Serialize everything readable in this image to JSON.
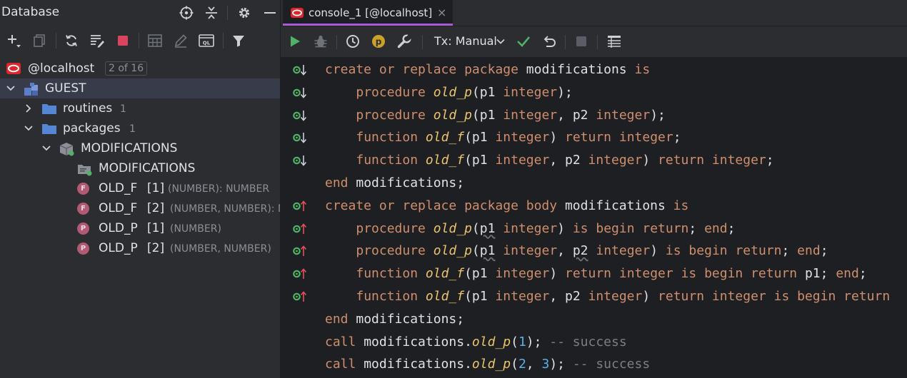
{
  "left_panel": {
    "title": "Database",
    "connection": {
      "label": "@localhost",
      "badge": "2 of 16"
    },
    "schema": {
      "label": "GUEST"
    },
    "routines": {
      "label": "routines",
      "count": "1"
    },
    "packages": {
      "label": "packages",
      "count": "1"
    },
    "package": {
      "label": "MODIFICATIONS"
    },
    "package_body": {
      "label": "MODIFICATIONS"
    },
    "members": [
      {
        "type_letter": "F",
        "name": "OLD_F",
        "index": "[1]",
        "signature": "(NUMBER): NUMBER"
      },
      {
        "type_letter": "F",
        "name": "OLD_F",
        "index": "[2]",
        "signature": "(NUMBER, NUMBER): NUMBER"
      },
      {
        "type_letter": "P",
        "name": "OLD_P",
        "index": "[1]",
        "signature": "(NUMBER)"
      },
      {
        "type_letter": "P",
        "name": "OLD_P",
        "index": "[2]",
        "signature": "(NUMBER, NUMBER)"
      }
    ]
  },
  "editor": {
    "tab": {
      "label": "console_1 [@localhost]",
      "close": "×"
    },
    "toolbar": {
      "p_badge": "p",
      "tx_mode": "Tx: Manual"
    },
    "lines": [
      [
        [
          "kw",
          "create or replace package "
        ],
        [
          "pl",
          "modifications "
        ],
        [
          "kw",
          "is"
        ]
      ],
      [
        [
          "pl",
          "    "
        ],
        [
          "kw",
          "procedure "
        ],
        [
          "it",
          "old_p"
        ],
        [
          "pl",
          "(p1 "
        ],
        [
          "kw",
          "integer"
        ],
        [
          "pl",
          ");"
        ]
      ],
      [
        [
          "pl",
          "    "
        ],
        [
          "kw",
          "procedure "
        ],
        [
          "it",
          "old_p"
        ],
        [
          "pl",
          "(p1 "
        ],
        [
          "kw",
          "integer"
        ],
        [
          "pl",
          ", p2 "
        ],
        [
          "kw",
          "integer"
        ],
        [
          "pl",
          ");"
        ]
      ],
      [
        [
          "pl",
          "    "
        ],
        [
          "kw",
          "function "
        ],
        [
          "it",
          "old_f"
        ],
        [
          "pl",
          "(p1 "
        ],
        [
          "kw",
          "integer"
        ],
        [
          "pl",
          ") "
        ],
        [
          "kw",
          "return integer"
        ],
        [
          "pl",
          ";"
        ]
      ],
      [
        [
          "pl",
          "    "
        ],
        [
          "kw",
          "function "
        ],
        [
          "it",
          "old_f"
        ],
        [
          "pl",
          "(p1 "
        ],
        [
          "kw",
          "integer"
        ],
        [
          "pl",
          ", p2 "
        ],
        [
          "kw",
          "integer"
        ],
        [
          "pl",
          ") "
        ],
        [
          "kw",
          "return integer"
        ],
        [
          "pl",
          ";"
        ]
      ],
      [
        [
          "kw",
          "end "
        ],
        [
          "pl",
          "modifications;"
        ]
      ],
      [
        [
          "kw",
          "create or replace package body "
        ],
        [
          "pl",
          "modifications "
        ],
        [
          "kw",
          "is"
        ]
      ],
      [
        [
          "pl",
          "    "
        ],
        [
          "kw",
          "procedure "
        ],
        [
          "it",
          "old_p"
        ],
        [
          "pl",
          "("
        ],
        [
          "wv",
          "p1"
        ],
        [
          "pl",
          " "
        ],
        [
          "kw",
          "integer"
        ],
        [
          "pl",
          ") "
        ],
        [
          "kw",
          "is begin return"
        ],
        [
          "pl",
          "; "
        ],
        [
          "kw",
          "end"
        ],
        [
          "pl",
          ";"
        ]
      ],
      [
        [
          "pl",
          "    "
        ],
        [
          "kw",
          "procedure "
        ],
        [
          "it",
          "old_p"
        ],
        [
          "pl",
          "("
        ],
        [
          "wv",
          "p1"
        ],
        [
          "pl",
          " "
        ],
        [
          "kw",
          "integer"
        ],
        [
          "pl",
          ", "
        ],
        [
          "wv",
          "p2"
        ],
        [
          "pl",
          " "
        ],
        [
          "kw",
          "integer"
        ],
        [
          "pl",
          ") "
        ],
        [
          "kw",
          "is begin return"
        ],
        [
          "pl",
          "; "
        ],
        [
          "kw",
          "end"
        ],
        [
          "pl",
          ";"
        ]
      ],
      [
        [
          "pl",
          "    "
        ],
        [
          "kw",
          "function "
        ],
        [
          "it",
          "old_f"
        ],
        [
          "pl",
          "(p1 "
        ],
        [
          "kw",
          "integer"
        ],
        [
          "pl",
          ") "
        ],
        [
          "kw",
          "return integer is begin return "
        ],
        [
          "pl",
          "p1; "
        ],
        [
          "kw",
          "end"
        ],
        [
          "pl",
          ";"
        ]
      ],
      [
        [
          "pl",
          "    "
        ],
        [
          "kw",
          "function "
        ],
        [
          "it",
          "old_f"
        ],
        [
          "pl",
          "(p1 "
        ],
        [
          "kw",
          "integer"
        ],
        [
          "pl",
          ", p2 "
        ],
        [
          "kw",
          "integer"
        ],
        [
          "pl",
          ") "
        ],
        [
          "kw",
          "return integer is begin return"
        ]
      ],
      [
        [
          "kw",
          "end "
        ],
        [
          "pl",
          "modifications;"
        ]
      ],
      [
        [
          "kw",
          "call "
        ],
        [
          "pl",
          "modifications."
        ],
        [
          "it",
          "old_p"
        ],
        [
          "pl",
          "("
        ],
        [
          "num",
          "1"
        ],
        [
          "pl",
          "); "
        ],
        [
          "cm",
          "-- success"
        ]
      ],
      [
        [
          "kw",
          "call "
        ],
        [
          "pl",
          "modifications."
        ],
        [
          "it",
          "old_p"
        ],
        [
          "pl",
          "("
        ],
        [
          "num",
          "2"
        ],
        [
          "pl",
          ", "
        ],
        [
          "num",
          "3"
        ],
        [
          "pl",
          "); "
        ],
        [
          "cm",
          "-- success"
        ]
      ]
    ],
    "gutter": [
      "spec",
      "spec",
      "spec",
      "spec",
      "spec",
      "",
      "body",
      "body",
      "body",
      "body",
      "body",
      "",
      "",
      ""
    ]
  },
  "colors": {
    "keyword": "#cf8e6d",
    "identifier_italic": "#e9c46a",
    "number": "#5ab0e8",
    "comment": "#7a7e85",
    "tab_accent": "#a95bd6",
    "run_green": "#4fb266",
    "stop_red": "#d9455f"
  }
}
